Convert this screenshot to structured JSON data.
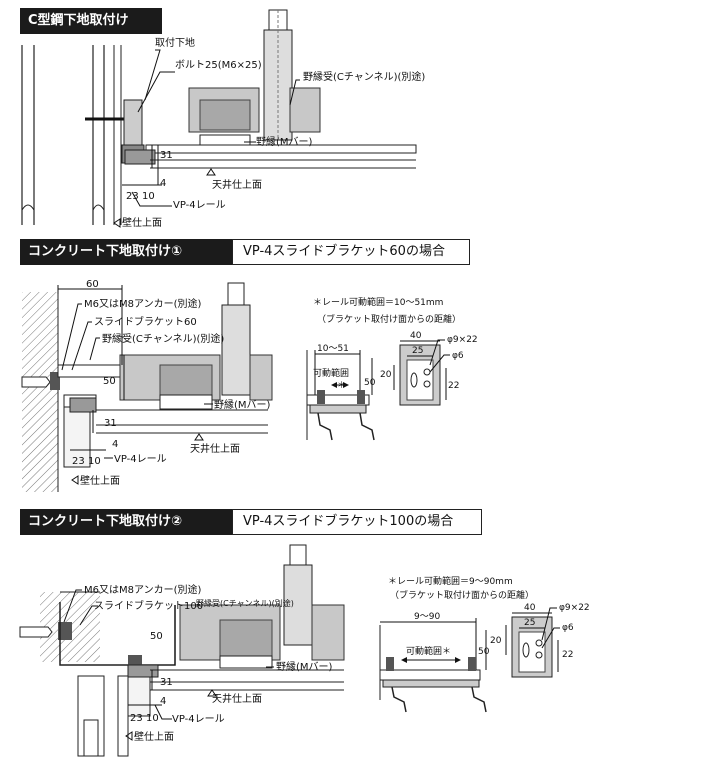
{
  "sections": [
    {
      "title": "C型鋼下地取付け",
      "labels": {
        "base": "取付下地",
        "bolt": "ボルト25(M6×25)",
        "channel": "野縁受(Cチャンネル)(別途)",
        "mbar": "野縁(Mバー)",
        "d31": "31",
        "d4": "4",
        "d23": "23",
        "d10": "10",
        "ceiling": "天井仕上面",
        "rail": "VP-4レール",
        "wall": "壁仕上面"
      }
    },
    {
      "title": "コンクリート下地取付け①",
      "subtitle": "VP-4スライドブラケット60の場合",
      "labels": {
        "d60": "60",
        "anchor": "M6又はM8アンカー(別途)",
        "bracket": "スライドブラケット60",
        "channel": "野縁受(Cチャンネル)(別途)",
        "d50": "50",
        "mbar": "野縁(Mバー)",
        "d31": "31",
        "d4": "4",
        "ceiling": "天井仕上面",
        "d23": "23",
        "d10": "10",
        "rail": "VP-4レール",
        "wall": "壁仕上面"
      },
      "detail": {
        "note1": "＊レール可動範囲＝10〜51mm",
        "note2": "（ブラケット取付け面からの距離）",
        "range": "10〜51",
        "movable": "可動範囲",
        "star": "＊",
        "d50": "50",
        "d40": "40",
        "d25": "25",
        "d20": "20",
        "d22": "22",
        "phi922": "φ9×22",
        "phi6": "φ6"
      }
    },
    {
      "title": "コンクリート下地取付け②",
      "subtitle": "VP-4スライドブラケット100の場合",
      "labels": {
        "anchor": "M6又はM8アンカー(別途)",
        "bracket": "スライドブラケット100",
        "channel": "野縁受(Cチャンネル)(別途)",
        "d50": "50",
        "mbar": "野縁(Mバー)",
        "d31": "31",
        "d4": "4",
        "ceiling": "天井仕上面",
        "d23": "23",
        "d10": "10",
        "rail": "VP-4レール",
        "wall": "壁仕上面"
      },
      "detail": {
        "note1": "＊レール可動範囲＝9〜90mm",
        "note2": "（ブラケット取付け面からの距離）",
        "range": "9〜90",
        "movable": "可動範囲＊",
        "d50": "50",
        "d40": "40",
        "d25": "25",
        "d20": "20",
        "d22": "22",
        "phi922": "φ9×22",
        "phi6": "φ6"
      }
    }
  ]
}
